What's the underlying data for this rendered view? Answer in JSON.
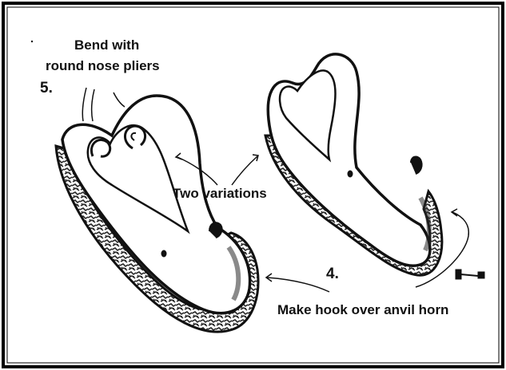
{
  "labels": {
    "bend_line1": "Bend with",
    "bend_line2": "round nose pliers",
    "step5": "5.",
    "two_variations": "Two variations",
    "step4": "4.",
    "make_hook": "Make hook over anvil horn"
  },
  "colors": {
    "ink": "#111111",
    "frame": "#000000",
    "background": "#ffffff",
    "texture": "#2a2a2a"
  }
}
